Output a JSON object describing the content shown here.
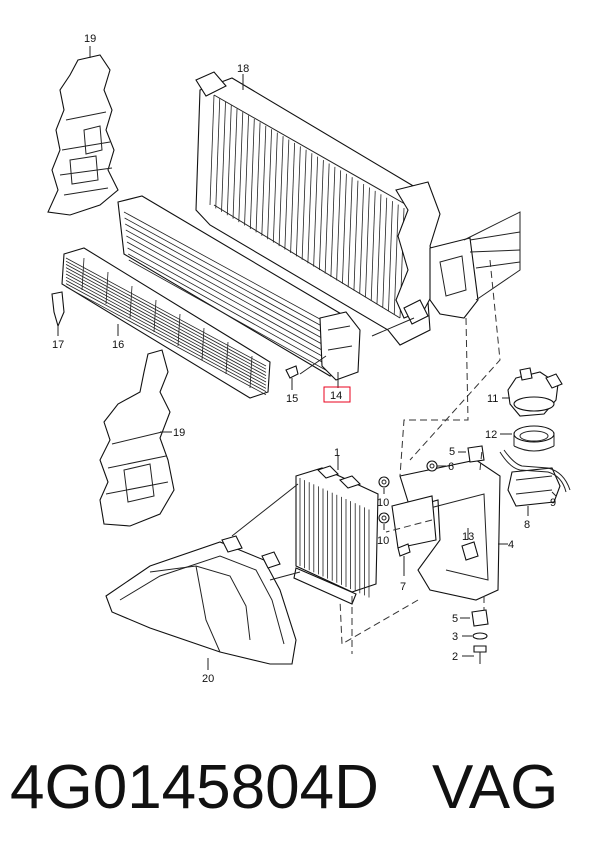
{
  "callouts": {
    "c1": "1",
    "c2": "2",
    "c3": "3",
    "c4": "4",
    "c5a": "5",
    "c5b": "5",
    "c6": "6",
    "c7": "7",
    "c8": "8",
    "c9": "9",
    "c10a": "10",
    "c10b": "10",
    "c11": "11",
    "c12": "12",
    "c13": "13",
    "c14": "14",
    "c15": "15",
    "c16": "16",
    "c17": "17",
    "c18": "18",
    "c19a": "19",
    "c19b": "19",
    "c20": "20"
  },
  "highlight_color": "#e8001c",
  "footer": {
    "part_number": "4G0145804D",
    "brand": "VAG"
  }
}
